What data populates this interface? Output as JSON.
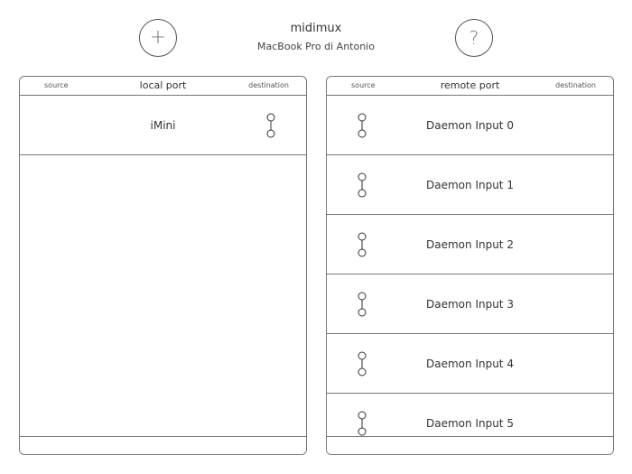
{
  "header": {
    "title": "midimux",
    "subtitle": "MacBook Pro di Antonio",
    "add_button_glyph": "+",
    "help_button_glyph": "?"
  },
  "local_panel": {
    "source_label": "source",
    "title": "local port",
    "destination_label": "destination",
    "ports": [
      {
        "name": "iMini"
      }
    ]
  },
  "remote_panel": {
    "source_label": "source",
    "title": "remote port",
    "destination_label": "destination",
    "ports": [
      {
        "name": "Daemon Input 0"
      },
      {
        "name": "Daemon Input 1"
      },
      {
        "name": "Daemon Input 2"
      },
      {
        "name": "Daemon Input 3"
      },
      {
        "name": "Daemon Input 4"
      },
      {
        "name": "Daemon Input 5"
      }
    ]
  },
  "icons": {
    "add": "plus-icon",
    "help": "question-icon",
    "connector": "connector-icon"
  },
  "colors": {
    "stroke": "#777777",
    "text": "#333333",
    "background": "#ffffff"
  }
}
